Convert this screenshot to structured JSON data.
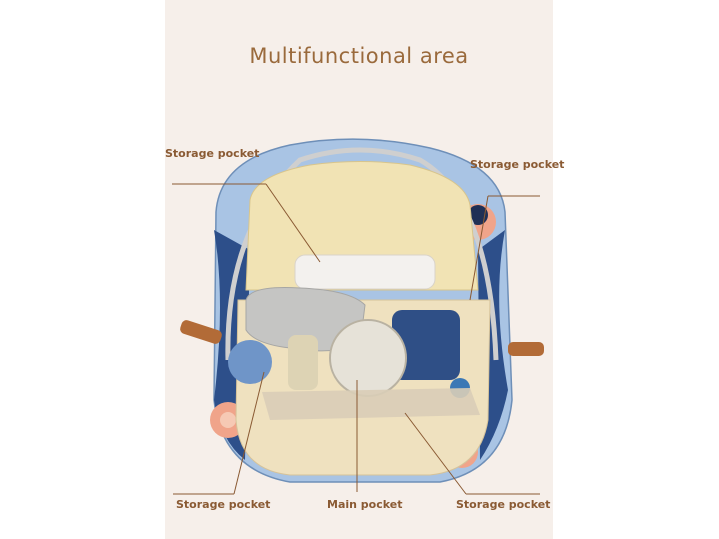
{
  "title": "Multifunctional area",
  "labels": {
    "top_left": "Storage pocket",
    "top_right": "Storage pocket",
    "bottom_left": "Storage pocket",
    "bottom_center": "Main pocket",
    "bottom_right": "Storage pocket"
  },
  "colors": {
    "panel_background": "#f6efea",
    "text_accent": "#8a5a33",
    "bag_blue": "#a9c4e4",
    "bag_navy": "#2d4f8a",
    "lining": "#f1e3b4"
  }
}
